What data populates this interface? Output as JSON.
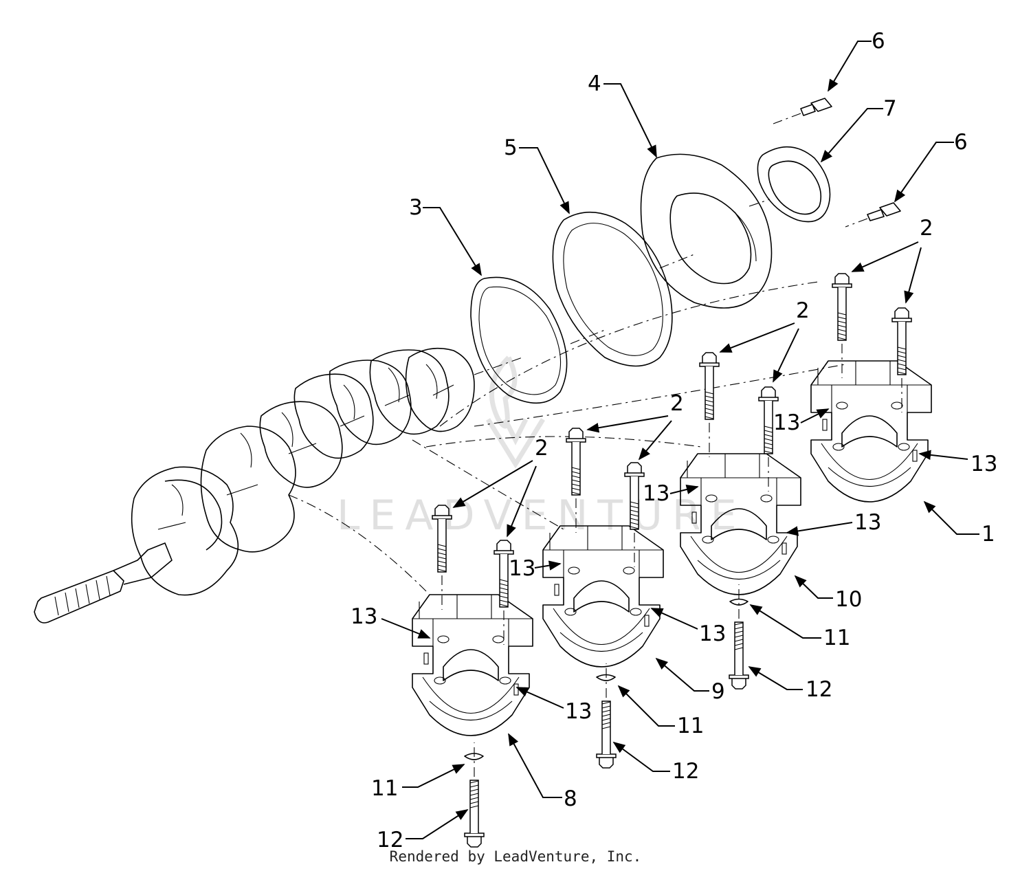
{
  "watermark": {
    "text": "LEADVENTURE"
  },
  "footer": {
    "text": "Rendered by LeadVenture, Inc."
  },
  "callouts": [
    {
      "id": "c6a",
      "label": "6"
    },
    {
      "id": "c7",
      "label": "7"
    },
    {
      "id": "c4",
      "label": "4"
    },
    {
      "id": "c5",
      "label": "5"
    },
    {
      "id": "c6b",
      "label": "6"
    },
    {
      "id": "c3",
      "label": "3"
    },
    {
      "id": "c2a",
      "label": "2"
    },
    {
      "id": "c2b",
      "label": "2"
    },
    {
      "id": "c2c",
      "label": "2"
    },
    {
      "id": "c2d",
      "label": "2"
    },
    {
      "id": "c13a",
      "label": "13"
    },
    {
      "id": "c13b",
      "label": "13"
    },
    {
      "id": "c1",
      "label": "1"
    },
    {
      "id": "c13c",
      "label": "13"
    },
    {
      "id": "c13d",
      "label": "13"
    },
    {
      "id": "c10",
      "label": "10"
    },
    {
      "id": "c11a",
      "label": "11"
    },
    {
      "id": "c12a",
      "label": "12"
    },
    {
      "id": "c13e",
      "label": "13"
    },
    {
      "id": "c13f",
      "label": "13"
    },
    {
      "id": "c9",
      "label": "9"
    },
    {
      "id": "c11b",
      "label": "11"
    },
    {
      "id": "c12b",
      "label": "12"
    },
    {
      "id": "c13g",
      "label": "13"
    },
    {
      "id": "c13h",
      "label": "13"
    },
    {
      "id": "c8",
      "label": "8"
    },
    {
      "id": "c11c",
      "label": "11"
    },
    {
      "id": "c12c",
      "label": "12"
    }
  ]
}
